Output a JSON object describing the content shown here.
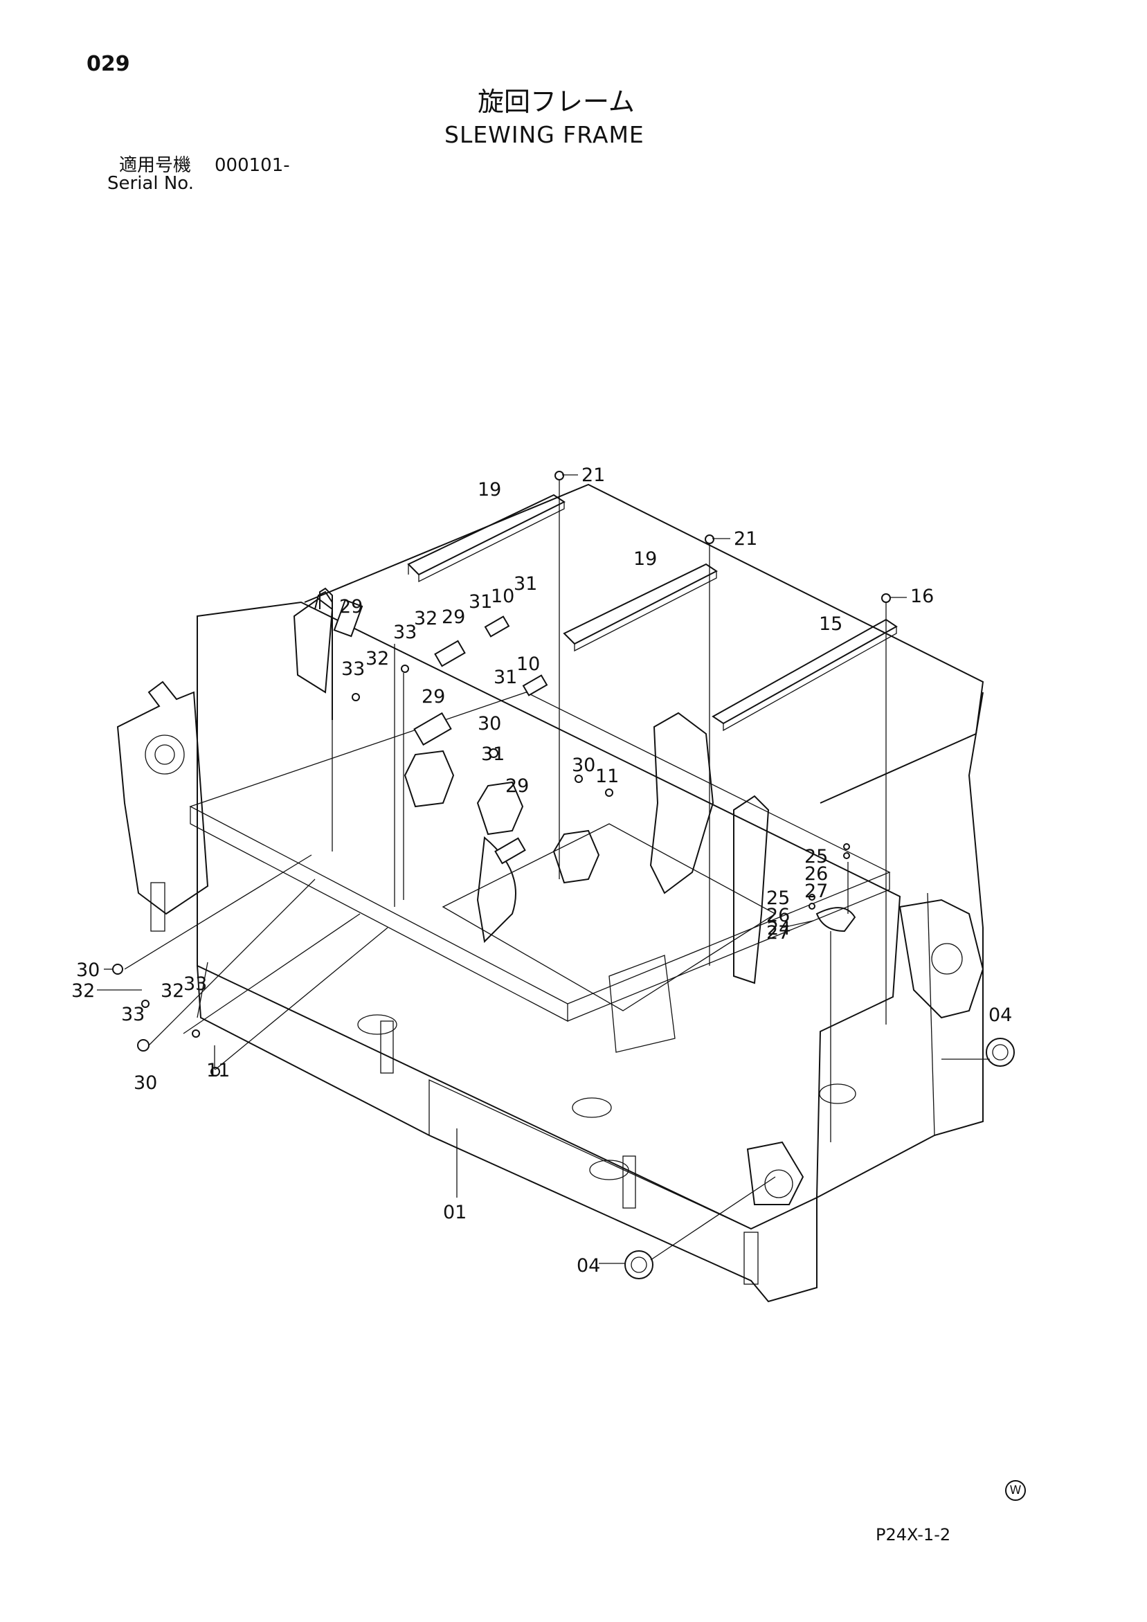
{
  "page_number": "029",
  "title_jp": "旋回フレーム",
  "title_en": "SLEWING FRAME",
  "serial": {
    "label_jp": "適用号機",
    "value": "000101-",
    "label_en": "Serial No."
  },
  "figure_code": "P24X-1-2",
  "mark": "W",
  "callouts": [
    "01",
    "04",
    "04",
    "10",
    "10",
    "11",
    "11",
    "15",
    "16",
    "19",
    "19",
    "21",
    "21",
    "24",
    "25",
    "25",
    "26",
    "26",
    "27",
    "27",
    "29",
    "29",
    "29",
    "29",
    "30",
    "30",
    "30",
    "30",
    "31",
    "31",
    "31",
    "31",
    "32",
    "32",
    "32",
    "32",
    "33",
    "33",
    "33",
    "33"
  ]
}
